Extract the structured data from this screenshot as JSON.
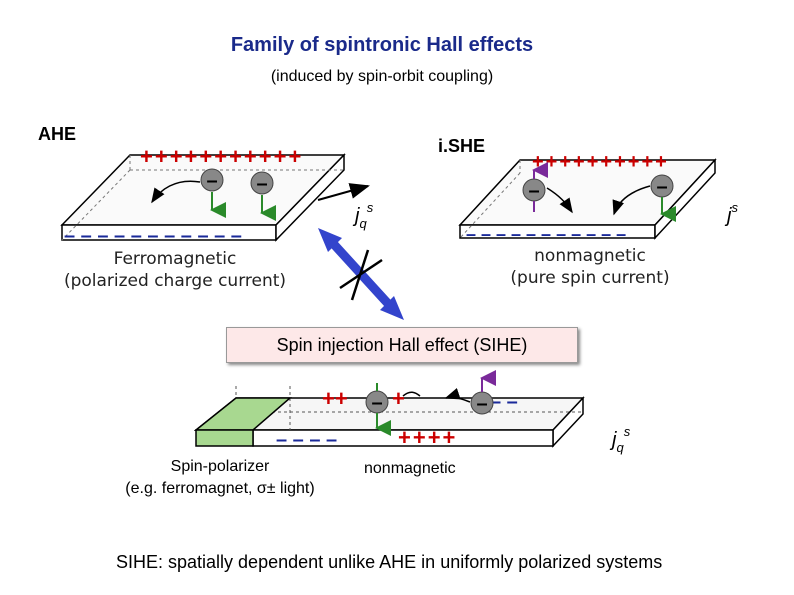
{
  "title": "Family of spintronic Hall effects",
  "subtitle": "(induced by spin-orbit coupling)",
  "ahe": {
    "label": "AHE",
    "material_line1": "Ferromagnetic",
    "material_line2": "(polarized charge current)",
    "current_symbol": "j",
    "current_sub": "q",
    "current_sup": "s",
    "plus_row": "+++++++++++",
    "minus_row": "– – – – – – – – – – –"
  },
  "ishe": {
    "label": "i.SHE",
    "material_line1": "nonmagnetic",
    "material_line2": "(pure spin current)",
    "current_symbol": "j",
    "current_sup": "s",
    "plus_row": "++++++++++",
    "minus_row": "– – – – – – – – – – –"
  },
  "sihe": {
    "label": "Spin injection Hall effect (SIHE)",
    "polarizer_line1": "Spin-polarizer",
    "polarizer_line2": "(e.g. ferromagnet, σ± light)",
    "nonmagnetic": "nonmagnetic",
    "current_symbol": "j",
    "current_sub": "q",
    "current_sup": "s",
    "plus_top": "++",
    "plus_top2": "+",
    "minus_top": "– –",
    "plus_bottom": "++++",
    "minus_bottom": "– – – –"
  },
  "footer": "SIHE: spatially dependent unlike AHE in uniformly polarized systems",
  "colors": {
    "title": "#1a2a8a",
    "plus": "#cc0000",
    "minus": "#1a2a9a",
    "spin_down": "#2a8a2a",
    "spin_up": "#7a2a9a",
    "arrow": "#3344cc",
    "polarizer": "#a8d890",
    "sihe_box": "#fde8e8"
  }
}
